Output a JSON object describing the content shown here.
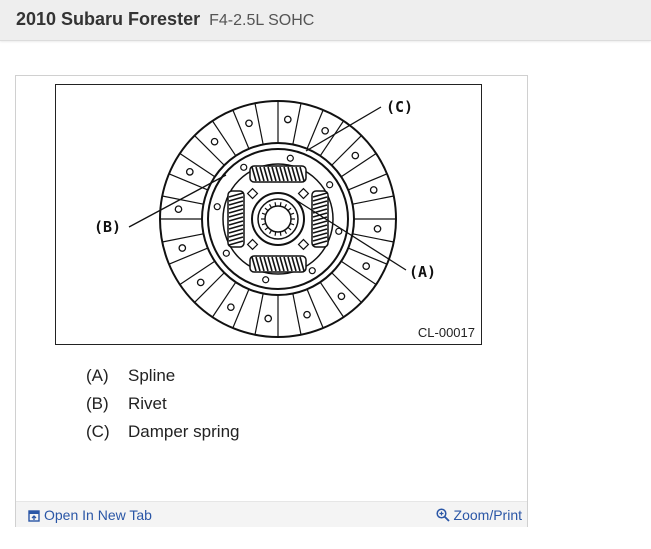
{
  "header": {
    "title": "2010 Subaru Forester",
    "subtitle": "F4-2.5L SOHC"
  },
  "figure": {
    "code": "CL-00017",
    "callouts": {
      "a": "(A)",
      "b": "(B)",
      "c": "(C)"
    }
  },
  "legend": [
    {
      "key": "(A)",
      "label": "Spline"
    },
    {
      "key": "(B)",
      "label": "Rivet"
    },
    {
      "key": "(C)",
      "label": "Damper spring"
    }
  ],
  "footer": {
    "open_tab": "Open In New Tab",
    "zoom_print": "Zoom/Print"
  },
  "colors": {
    "link": "#2a56a6",
    "header_bg": "#eeeeee"
  }
}
